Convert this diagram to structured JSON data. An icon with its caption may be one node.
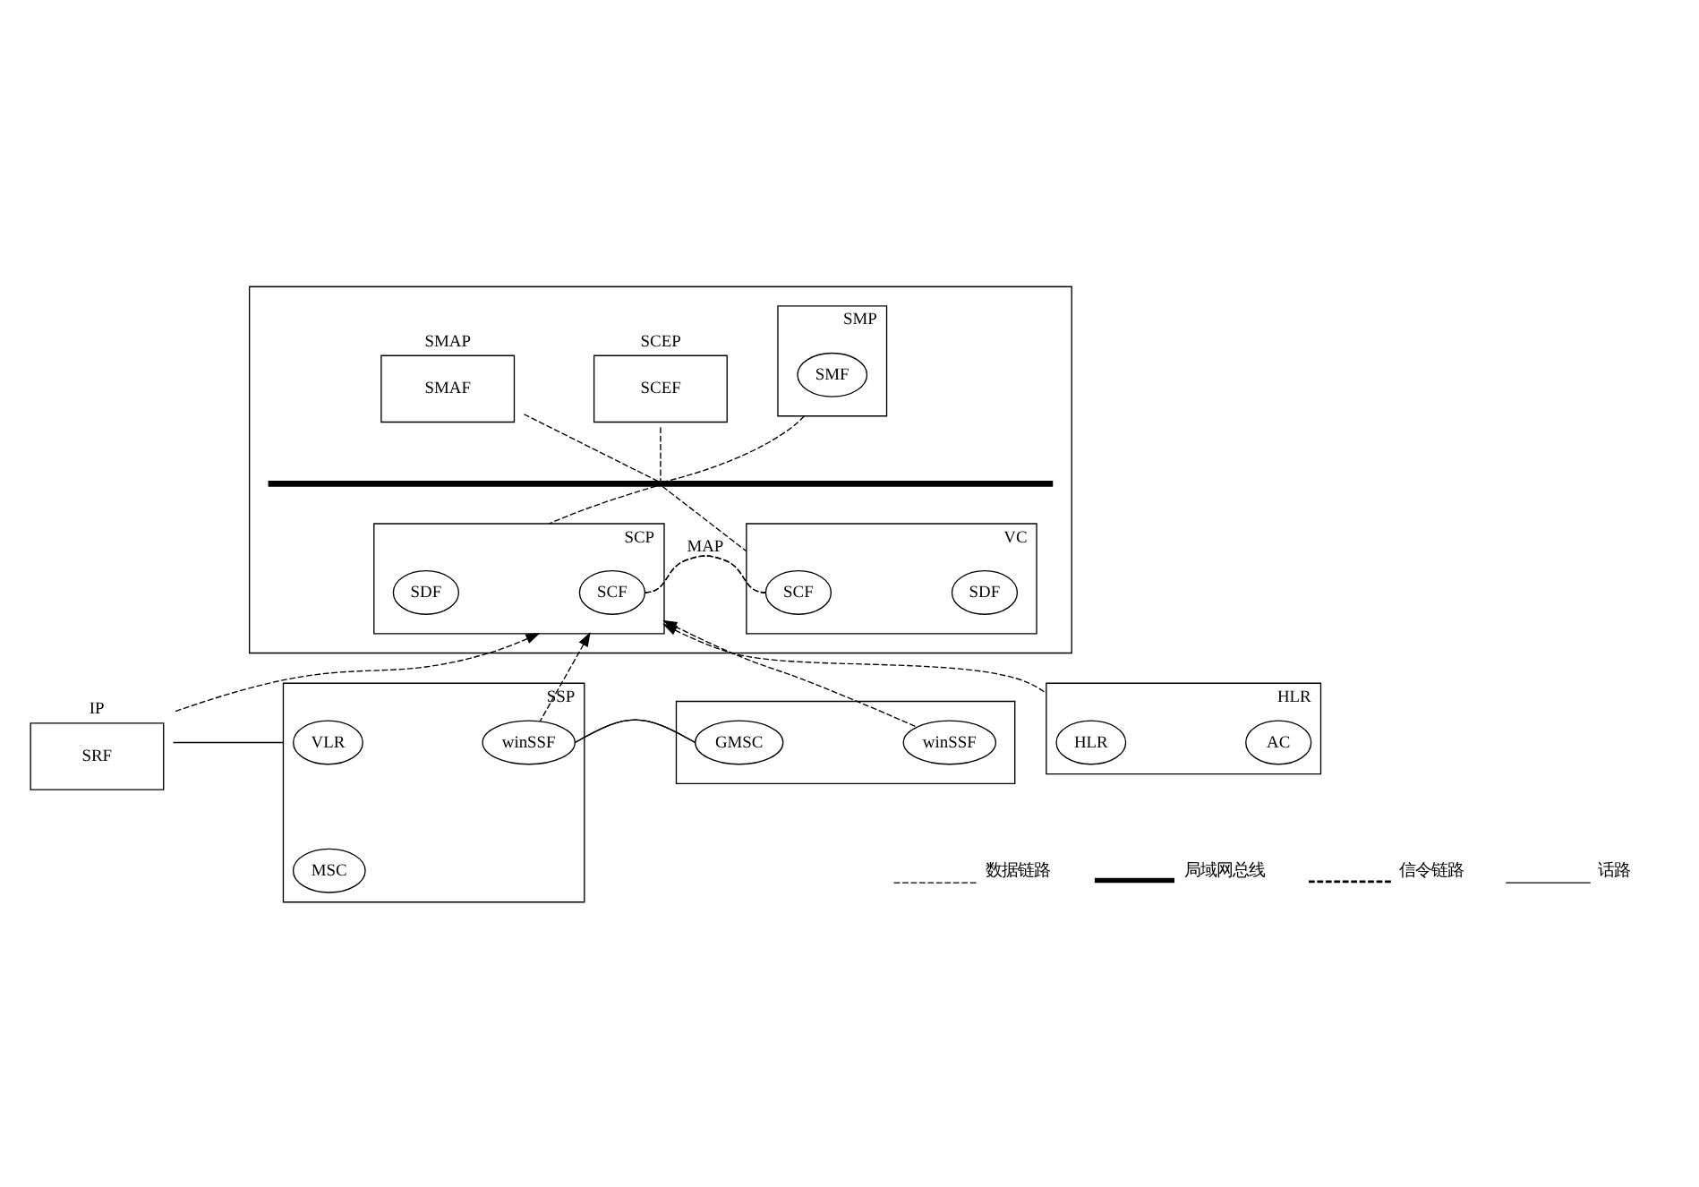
{
  "diagram": {
    "nodes": [
      {
        "text": [],
        "shape": "box"
      },
      {
        "text": [
          "SCEP",
          "SCEF"
        ],
        "in": 0
      },
      {
        "text": [
          "SMP"
        ],
        "in": 0
      },
      {
        "text": [
          "SMF"
        ],
        "in": 2
      },
      {
        "text": [
          "SMAP",
          "SMAF"
        ],
        "in": 0
      },
      {
        "text": [],
        "shape": "bar",
        "in": 0
      },
      {
        "text": [
          "SCP"
        ],
        "in": 0
      },
      {
        "text": [
          "SDF"
        ],
        "in": 6
      },
      {
        "text": [
          "SCF"
        ],
        "in": 6
      },
      {
        "text": [
          "VC"
        ],
        "in": 0
      },
      {
        "text": [
          "SCF"
        ],
        "in": 9
      },
      {
        "text": [
          "SDF"
        ],
        "in": 9
      },
      {
        "text": [
          "IP",
          "SRF"
        ]
      },
      {
        "text": [
          "SSP"
        ]
      },
      {
        "text": [
          "VLR"
        ],
        "in": 13
      },
      {
        "text": [
          "winSSF"
        ],
        "in": 13
      },
      {
        "text": [
          "MSC"
        ],
        "in": 13
      },
      {
        "text": [],
        "shape": "box"
      },
      {
        "text": [
          "GMSC"
        ],
        "in": 17
      },
      {
        "text": [
          "winSSF"
        ],
        "in": 17
      },
      {
        "text": [
          "HLR"
        ]
      },
      {
        "text": [
          "HLR"
        ],
        "in": 20
      },
      {
        "text": [
          "AC"
        ],
        "in": 20
      }
    ],
    "edges": [
      {
        "from": 1,
        "to": 5,
        "arrow": "none",
        "style": "dashed"
      },
      {
        "from": 2,
        "to": 5,
        "arrow": "none",
        "style": "dashed"
      },
      {
        "from": 4,
        "to": 5,
        "arrow": "none",
        "style": "dashed"
      },
      {
        "from": 5,
        "to": 6,
        "arrow": "none",
        "style": "dashed"
      },
      {
        "from": 5,
        "to": 9,
        "arrow": "none",
        "style": "dashed"
      },
      {
        "from": 6,
        "to": 9,
        "arrow": "none",
        "style": "dashed",
        "label": "MAP"
      },
      {
        "from": 12,
        "to": 6,
        "arrow": "to",
        "style": "dashed"
      },
      {
        "from": 15,
        "to": 6,
        "arrow": "to",
        "style": "dashed"
      },
      {
        "from": 19,
        "to": 6,
        "arrow": "to",
        "style": "dashed"
      },
      {
        "from": 20,
        "to": 6,
        "arrow": "to",
        "style": "dashed"
      },
      {
        "from": 12,
        "to": 13,
        "arrow": "none"
      },
      {
        "from": 13,
        "to": 17,
        "arrow": "none"
      }
    ],
    "legend": [
      {
        "text": "数据链路"
      },
      {
        "text": "局域网总线"
      },
      {
        "text": "信令链路"
      },
      {
        "text": "话路"
      }
    ]
  }
}
